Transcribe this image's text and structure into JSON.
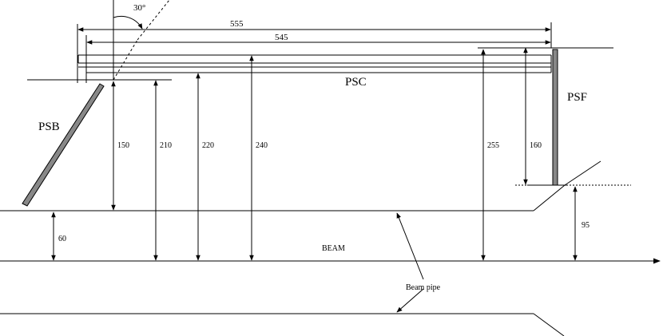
{
  "labels": {
    "psc": "PSC",
    "psb": "PSB",
    "psf": "PSF",
    "beam": "BEAM",
    "beam_pipe": "Beam pipe",
    "angle": "30°"
  },
  "dimensions": {
    "d555": "555",
    "d545": "545",
    "d150": "150",
    "d210": "210",
    "d220": "220",
    "d240": "240",
    "d255": "255",
    "d160": "160",
    "d60": "60",
    "d95": "95"
  }
}
